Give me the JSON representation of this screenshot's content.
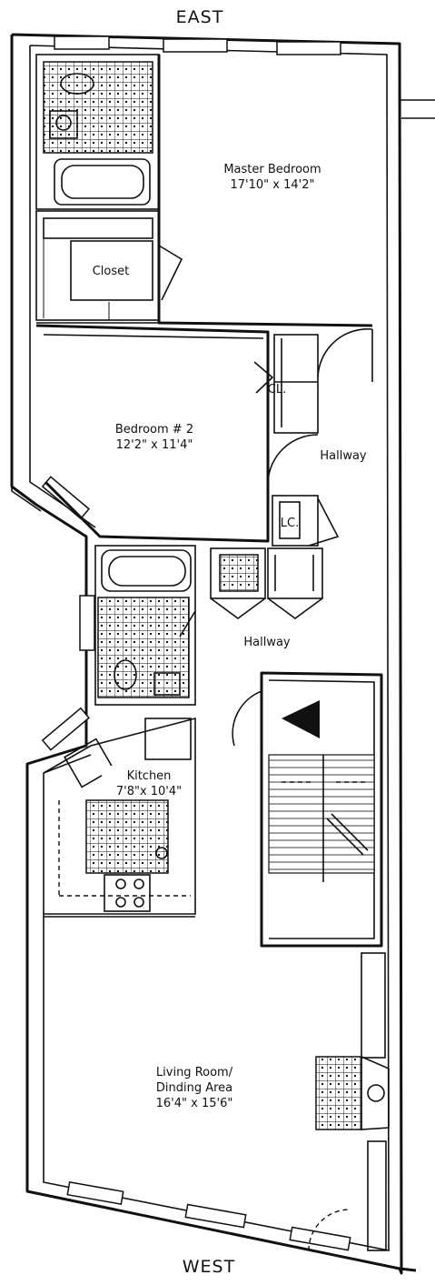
{
  "compass": {
    "top": "EAST",
    "bottom": "WEST"
  },
  "rooms": {
    "master_bedroom": {
      "name": "Master Bedroom",
      "size": "17'10\" x 14'2\""
    },
    "closet": {
      "name": "Closet"
    },
    "bedroom2": {
      "name": "Bedroom # 2",
      "size": "12'2\" x 11'4\""
    },
    "closet_small": {
      "name": "CL."
    },
    "linen_closet": {
      "name": "LC."
    },
    "hallway_upper": {
      "name": "Hallway"
    },
    "hallway_lower": {
      "name": "Hallway"
    },
    "kitchen": {
      "name": "Kitchen",
      "size": "7'8\"x 10'4\""
    },
    "living": {
      "name": "Living Room/",
      "name2": "Dinding Area",
      "size": "16'4\" x 15'6\""
    }
  }
}
